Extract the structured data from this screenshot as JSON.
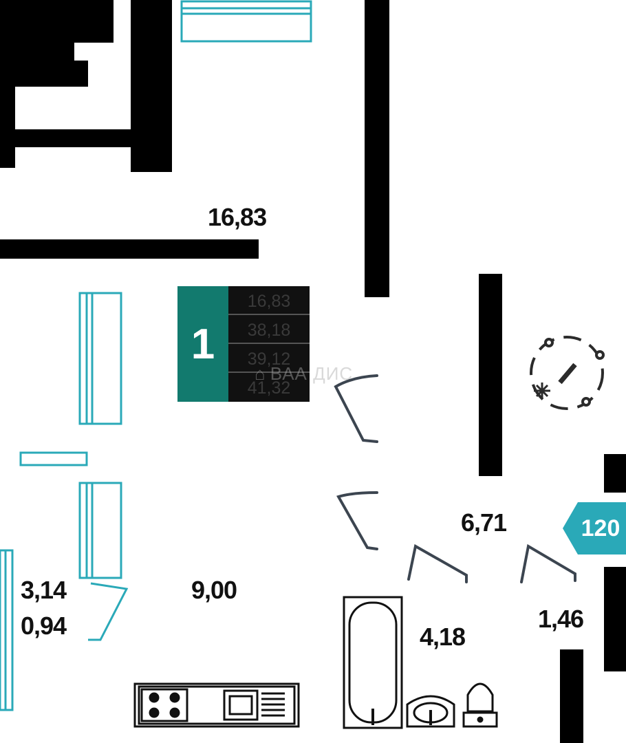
{
  "colors": {
    "wall": "#000000",
    "window": "#2aa9b8",
    "door": "#3c4550",
    "accent": "#127a6e",
    "badge": "#2aa9b8"
  },
  "rooms": {
    "living_room": "16,83",
    "kitchen": "9,00",
    "hallway": "6,71",
    "bathroom": "4,18",
    "toilet": "1,46",
    "balcony_area": "3,14",
    "balcony_coefficient": "0,94"
  },
  "info_card": {
    "room_count": "1",
    "areas": [
      "16,83",
      "38,18",
      "39,12",
      "41,32"
    ]
  },
  "badge": {
    "number": "120"
  },
  "watermark": {
    "text": "ВАА ДИС",
    "icon": "house-icon"
  },
  "icons": {
    "compass": "compass-icon",
    "stove": "stove-icon",
    "sink": "kitchen-sink-icon",
    "bathtub": "bathtub-icon",
    "washbasin": "washbasin-icon",
    "toilet": "toilet-icon"
  }
}
